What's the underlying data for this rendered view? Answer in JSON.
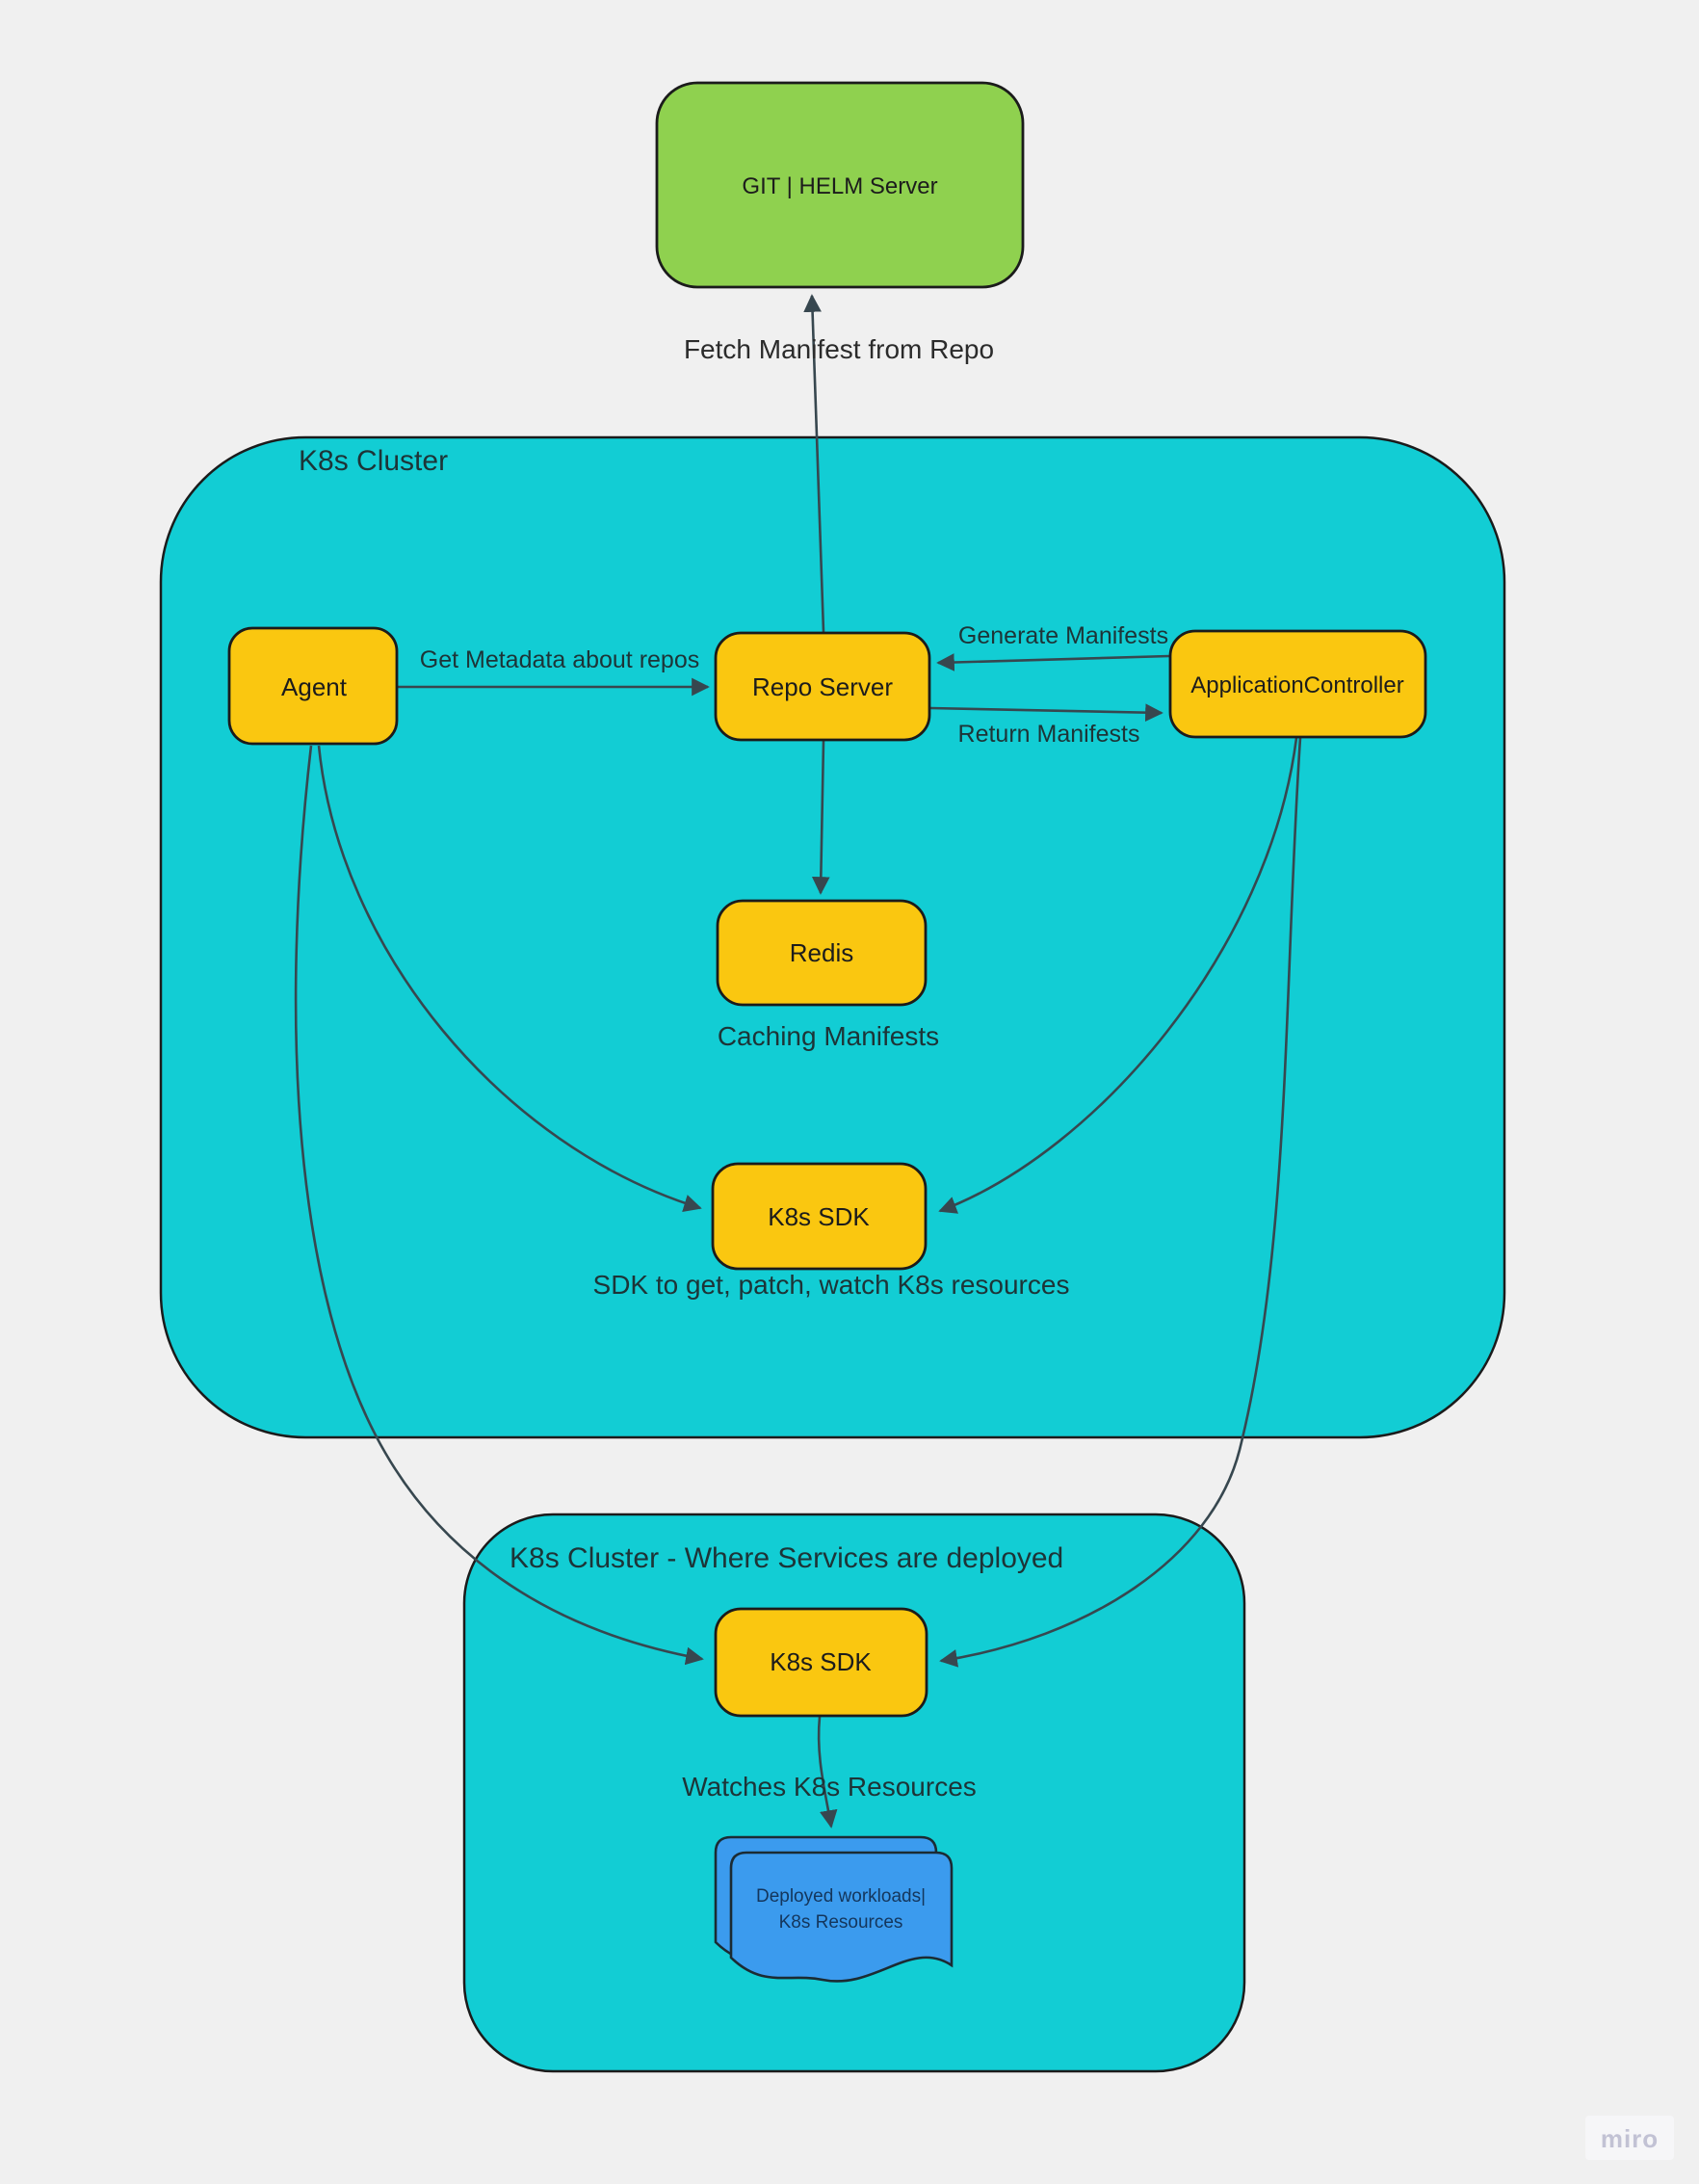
{
  "colors": {
    "background": "#f0f0f0",
    "cluster_teal": "#12cdd4",
    "node_yellow": "#fac710",
    "git_green": "#8fd14f",
    "document_blue": "#3b9bee",
    "connector": "#37474f"
  },
  "clusters": {
    "main_label": "K8s Cluster",
    "deploy_label": "K8s Cluster - Where Services are deployed"
  },
  "nodes": {
    "git": "GIT | HELM Server",
    "agent": "Agent",
    "repo": "Repo Server",
    "controller": "ApplicationController",
    "redis": "Redis",
    "sdk_main": "K8s SDK",
    "sdk_deploy": "K8s SDK"
  },
  "document": {
    "line1": "Deployed workloads|",
    "line2": "K8s Resources"
  },
  "labels": {
    "fetch": "Fetch Manifest from Repo",
    "get_metadata": "Get Metadata about repos",
    "generate": "Generate Manifests",
    "return": "Return Manifests",
    "caching": "Caching Manifests",
    "sdk_desc": "SDK to get, patch, watch K8s resources",
    "watches": "Watches K8s Resources"
  },
  "watermark": {
    "label": "miro"
  }
}
